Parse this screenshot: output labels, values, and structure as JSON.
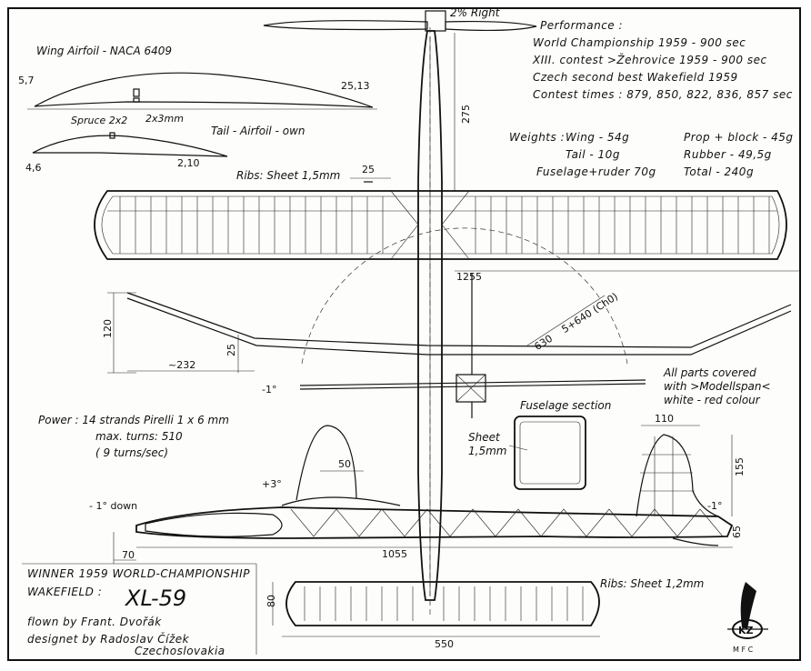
{
  "prop_label": "2% Right",
  "performance": {
    "heading": "Performance :",
    "lines": [
      "World Championship 1959 - 900 sec",
      "XIII. contest >Žehrovice 1959 - 900 sec",
      "Czech second best Wakefield 1959",
      "Contest times : 879, 850, 822, 836, 857 sec"
    ]
  },
  "weights": {
    "heading": "Weights :",
    "wing": "Wing - 54g",
    "tail": "Tail - 10g",
    "fuselage": "Fuselage+ruder 70g",
    "prop": "Prop + block - 45g",
    "rubber": "Rubber - 49,5g",
    "total": "Total - 240g"
  },
  "wing_airfoil": {
    "title": "Wing Airfoil - NACA 6409",
    "le_dim": "5,7",
    "te_dim": "25,13",
    "spruce": "Spruce 2x2",
    "spar": "2x3mm"
  },
  "tail_airfoil": {
    "title": "Tail - Airfoil - own",
    "le_dim": "4,6",
    "te_dim": "2,10"
  },
  "ribs_wing": "Ribs: Sheet 1,5mm",
  "ribs_tail": "Ribs: Sheet 1,2mm",
  "dims": {
    "d25_top": "25",
    "d275": "275",
    "d1255": "1255",
    "d120": "120",
    "d25_side": "25",
    "d232": "~232",
    "d630": "630",
    "d640": "5+640 (Ch0)",
    "d50": "50",
    "d110": "110",
    "d155": "155",
    "d65": "65",
    "d70": "70",
    "d1055": "1055",
    "d80": "80",
    "d550": "550"
  },
  "angles": {
    "minus_one": "-1°",
    "plus_three": "+3°",
    "minus_one_down": "- 1° down",
    "minus_one_tail": "-1°"
  },
  "power": {
    "line1": "Power : 14 strands Pirelli 1 x 6 mm",
    "line2": "max. turns: 510",
    "line3": "( 9 turns/sec)"
  },
  "covering": {
    "line1": "All parts covered",
    "line2": "with >Modellspan<",
    "line3": "white - red colour"
  },
  "fuselage_section": {
    "title": "Fuselage section",
    "sheet": "Sheet",
    "sheet_dim": "1,5mm"
  },
  "credits": {
    "winner": "WINNER 1959 WORLD-CHAMPIONSHIP",
    "class": "WAKEFIELD :",
    "model": "XL-59",
    "flown": "flown by Frant. Dvořák",
    "designed": "designet by Radoslav Čížek",
    "country": "Czechoslovakia"
  },
  "logo": {
    "letters": "KZ",
    "sub": "M F C"
  }
}
